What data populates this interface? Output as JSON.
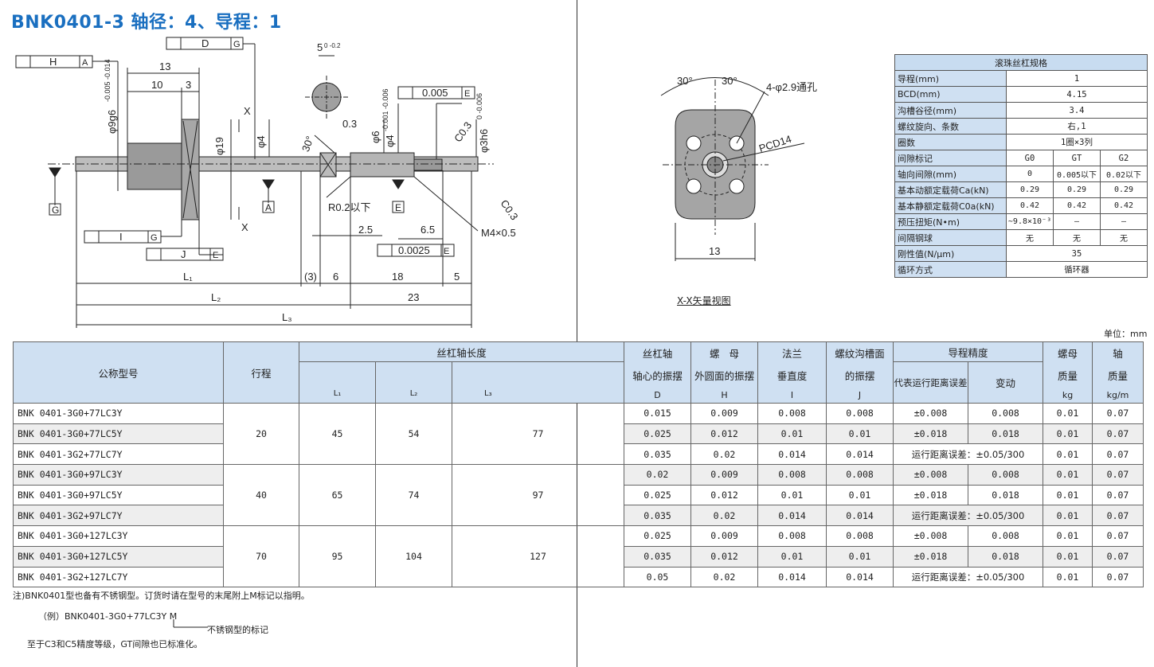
{
  "title": "BNK0401-3 轴径：4、导程：1",
  "drawing": {
    "tol_H": "H",
    "tol_H_ref": "A",
    "tol_D": "D",
    "tol_D_ref": "G",
    "tol_005": "0.005",
    "tol_005_ref": "E",
    "tol_I": "I",
    "tol_I_ref": "G",
    "tol_J": "J",
    "tol_J_ref": "E",
    "tol_0025": "0.0025",
    "tol_0025_ref": "E",
    "dim_13": "13",
    "dim_10": "10",
    "dim_3": "3",
    "dim_9g6": "φ9g6",
    "dim_9g6_tol": "-0.005 -0.014",
    "dim_19": "φ19",
    "dim_4a": "φ4",
    "dim_6": "φ6",
    "dim_4b": "φ4",
    "dim_4b_tol": "-0.001 -0.006",
    "dim_3h6": "φ3h6",
    "dim_3h6_tol": "0 -0.006",
    "dim_5": "5",
    "dim_5_tol": "0 -0.2",
    "dim_30": "30°",
    "dim_03": "0.3",
    "dim_c03a": "C0.3",
    "dim_c03b": "C0.3",
    "dim_r02": "R0.2以下",
    "dim_25": "2.5",
    "dim_65": "6.5",
    "dim_m4": "M4×0.5",
    "lbl_X1": "X",
    "lbl_X2": "X",
    "lbl_G": "G",
    "lbl_A": "A",
    "lbl_E": "E",
    "dim_L1": "L₁",
    "dim_p3": "(3)",
    "dim_6b": "6",
    "dim_18": "18",
    "dim_5b": "5",
    "dim_L2": "L₂",
    "dim_23": "23",
    "dim_L3": "L₃"
  },
  "flange": {
    "ang1": "30°",
    "ang2": "30°",
    "holes": "4-φ2.9通孔",
    "pcd": "PCD14",
    "width": "13"
  },
  "caption": "X-X矢量视图",
  "spec": {
    "header": "滚珠丝杠规格",
    "rows": [
      {
        "label": "导程(mm)",
        "value": "1"
      },
      {
        "label": "BCD(mm)",
        "value": "4.15"
      },
      {
        "label": "沟槽谷径(mm)",
        "value": "3.4"
      },
      {
        "label": "螺纹旋向、条数",
        "value": "右,1"
      },
      {
        "label": "圈数",
        "value": "1圈×3列"
      }
    ],
    "gap_label": "间隙标记",
    "gap": [
      "G0",
      "GT",
      "G2"
    ],
    "rows3": [
      {
        "label": "轴向间隙(mm)",
        "values": [
          "0",
          "0.005以下",
          "0.02以下"
        ]
      },
      {
        "label": "基本动额定载荷Ca(kN)",
        "values": [
          "0.29",
          "0.29",
          "0.29"
        ]
      },
      {
        "label": "基本静额定载荷C0a(kN)",
        "values": [
          "0.42",
          "0.42",
          "0.42"
        ]
      },
      {
        "label": "预压扭矩(N•m)",
        "values": [
          "~9.8×10⁻³",
          "—",
          "—"
        ]
      },
      {
        "label": "间隔钢球",
        "values": [
          "无",
          "无",
          "无"
        ]
      }
    ],
    "rows_end": [
      {
        "label": "刚性值(N/μm)",
        "value": "35"
      },
      {
        "label": "循环方式",
        "value": "循环器"
      }
    ]
  },
  "unit": "单位：mm",
  "table": {
    "h_model": "公称型号",
    "h_stroke": "行程",
    "h_shaft": "丝杠轴长度",
    "h_L1": "L₁",
    "h_L2": "L₂",
    "h_L3": "L₃",
    "h_D1": "丝杠轴",
    "h_D2": "轴心的振摆",
    "h_D3": "D",
    "h_H1": "螺",
    "h_H2": "母",
    "h_H3": "外圆面的振摆",
    "h_H4": "H",
    "h_I1": "法兰",
    "h_I2": "垂直度",
    "h_I3": "I",
    "h_J1": "螺纹沟槽面",
    "h_J2": "的振摆",
    "h_J3": "J",
    "h_lead": "导程精度",
    "h_rep": "代表运行距离误差",
    "h_var": "变动",
    "h_nm1": "螺母",
    "h_nm2": "质量",
    "h_nm3": "kg",
    "h_sm1": "轴",
    "h_sm2": "质量",
    "h_sm3": "kg/m",
    "groups": [
      {
        "stroke": "20",
        "L1": "45",
        "L2": "54",
        "L3": "77",
        "rows": [
          {
            "model": "BNK 0401-3G0+77LC3Y",
            "D": "0.015",
            "H": "0.009",
            "I": "0.008",
            "J": "0.008",
            "rep": "±0.008",
            "var": "0.008",
            "nm": "0.01",
            "sm": "0.07"
          },
          {
            "model": "BNK 0401-3G0+77LC5Y",
            "D": "0.025",
            "H": "0.012",
            "I": "0.01",
            "J": "0.01",
            "rep": "±0.018",
            "var": "0.018",
            "nm": "0.01",
            "sm": "0.07"
          },
          {
            "model": "BNK 0401-3G2+77LC7Y",
            "D": "0.035",
            "H": "0.02",
            "I": "0.014",
            "J": "0.014",
            "span": "运行距离误差：±0.05/300",
            "nm": "0.01",
            "sm": "0.07"
          }
        ]
      },
      {
        "stroke": "40",
        "L1": "65",
        "L2": "74",
        "L3": "97",
        "rows": [
          {
            "model": "BNK 0401-3G0+97LC3Y",
            "D": "0.02",
            "H": "0.009",
            "I": "0.008",
            "J": "0.008",
            "rep": "±0.008",
            "var": "0.008",
            "nm": "0.01",
            "sm": "0.07"
          },
          {
            "model": "BNK 0401-3G0+97LC5Y",
            "D": "0.025",
            "H": "0.012",
            "I": "0.01",
            "J": "0.01",
            "rep": "±0.018",
            "var": "0.018",
            "nm": "0.01",
            "sm": "0.07"
          },
          {
            "model": "BNK 0401-3G2+97LC7Y",
            "D": "0.035",
            "H": "0.02",
            "I": "0.014",
            "J": "0.014",
            "span": "运行距离误差：±0.05/300",
            "nm": "0.01",
            "sm": "0.07"
          }
        ]
      },
      {
        "stroke": "70",
        "L1": "95",
        "L2": "104",
        "L3": "127",
        "rows": [
          {
            "model": "BNK 0401-3G0+127LC3Y",
            "D": "0.025",
            "H": "0.009",
            "I": "0.008",
            "J": "0.008",
            "rep": "±0.008",
            "var": "0.008",
            "nm": "0.01",
            "sm": "0.07"
          },
          {
            "model": "BNK 0401-3G0+127LC5Y",
            "D": "0.035",
            "H": "0.012",
            "I": "0.01",
            "J": "0.01",
            "rep": "±0.018",
            "var": "0.018",
            "nm": "0.01",
            "sm": "0.07"
          },
          {
            "model": "BNK 0401-3G2+127LC7Y",
            "D": "0.05",
            "H": "0.02",
            "I": "0.014",
            "J": "0.014",
            "span": "运行距离误差：±0.05/300",
            "nm": "0.01",
            "sm": "0.07"
          }
        ]
      }
    ]
  },
  "notes": {
    "n1": "注)BNK0401型也备有不锈钢型。订货时请在型号的末尾附上M标记以指明。",
    "n2": "（例）BNK0401-3G0+77LC3Y M",
    "n3": "不锈钢型的标记",
    "n4": "至于C3和C5精度等级，GT间隙也已标准化。"
  }
}
